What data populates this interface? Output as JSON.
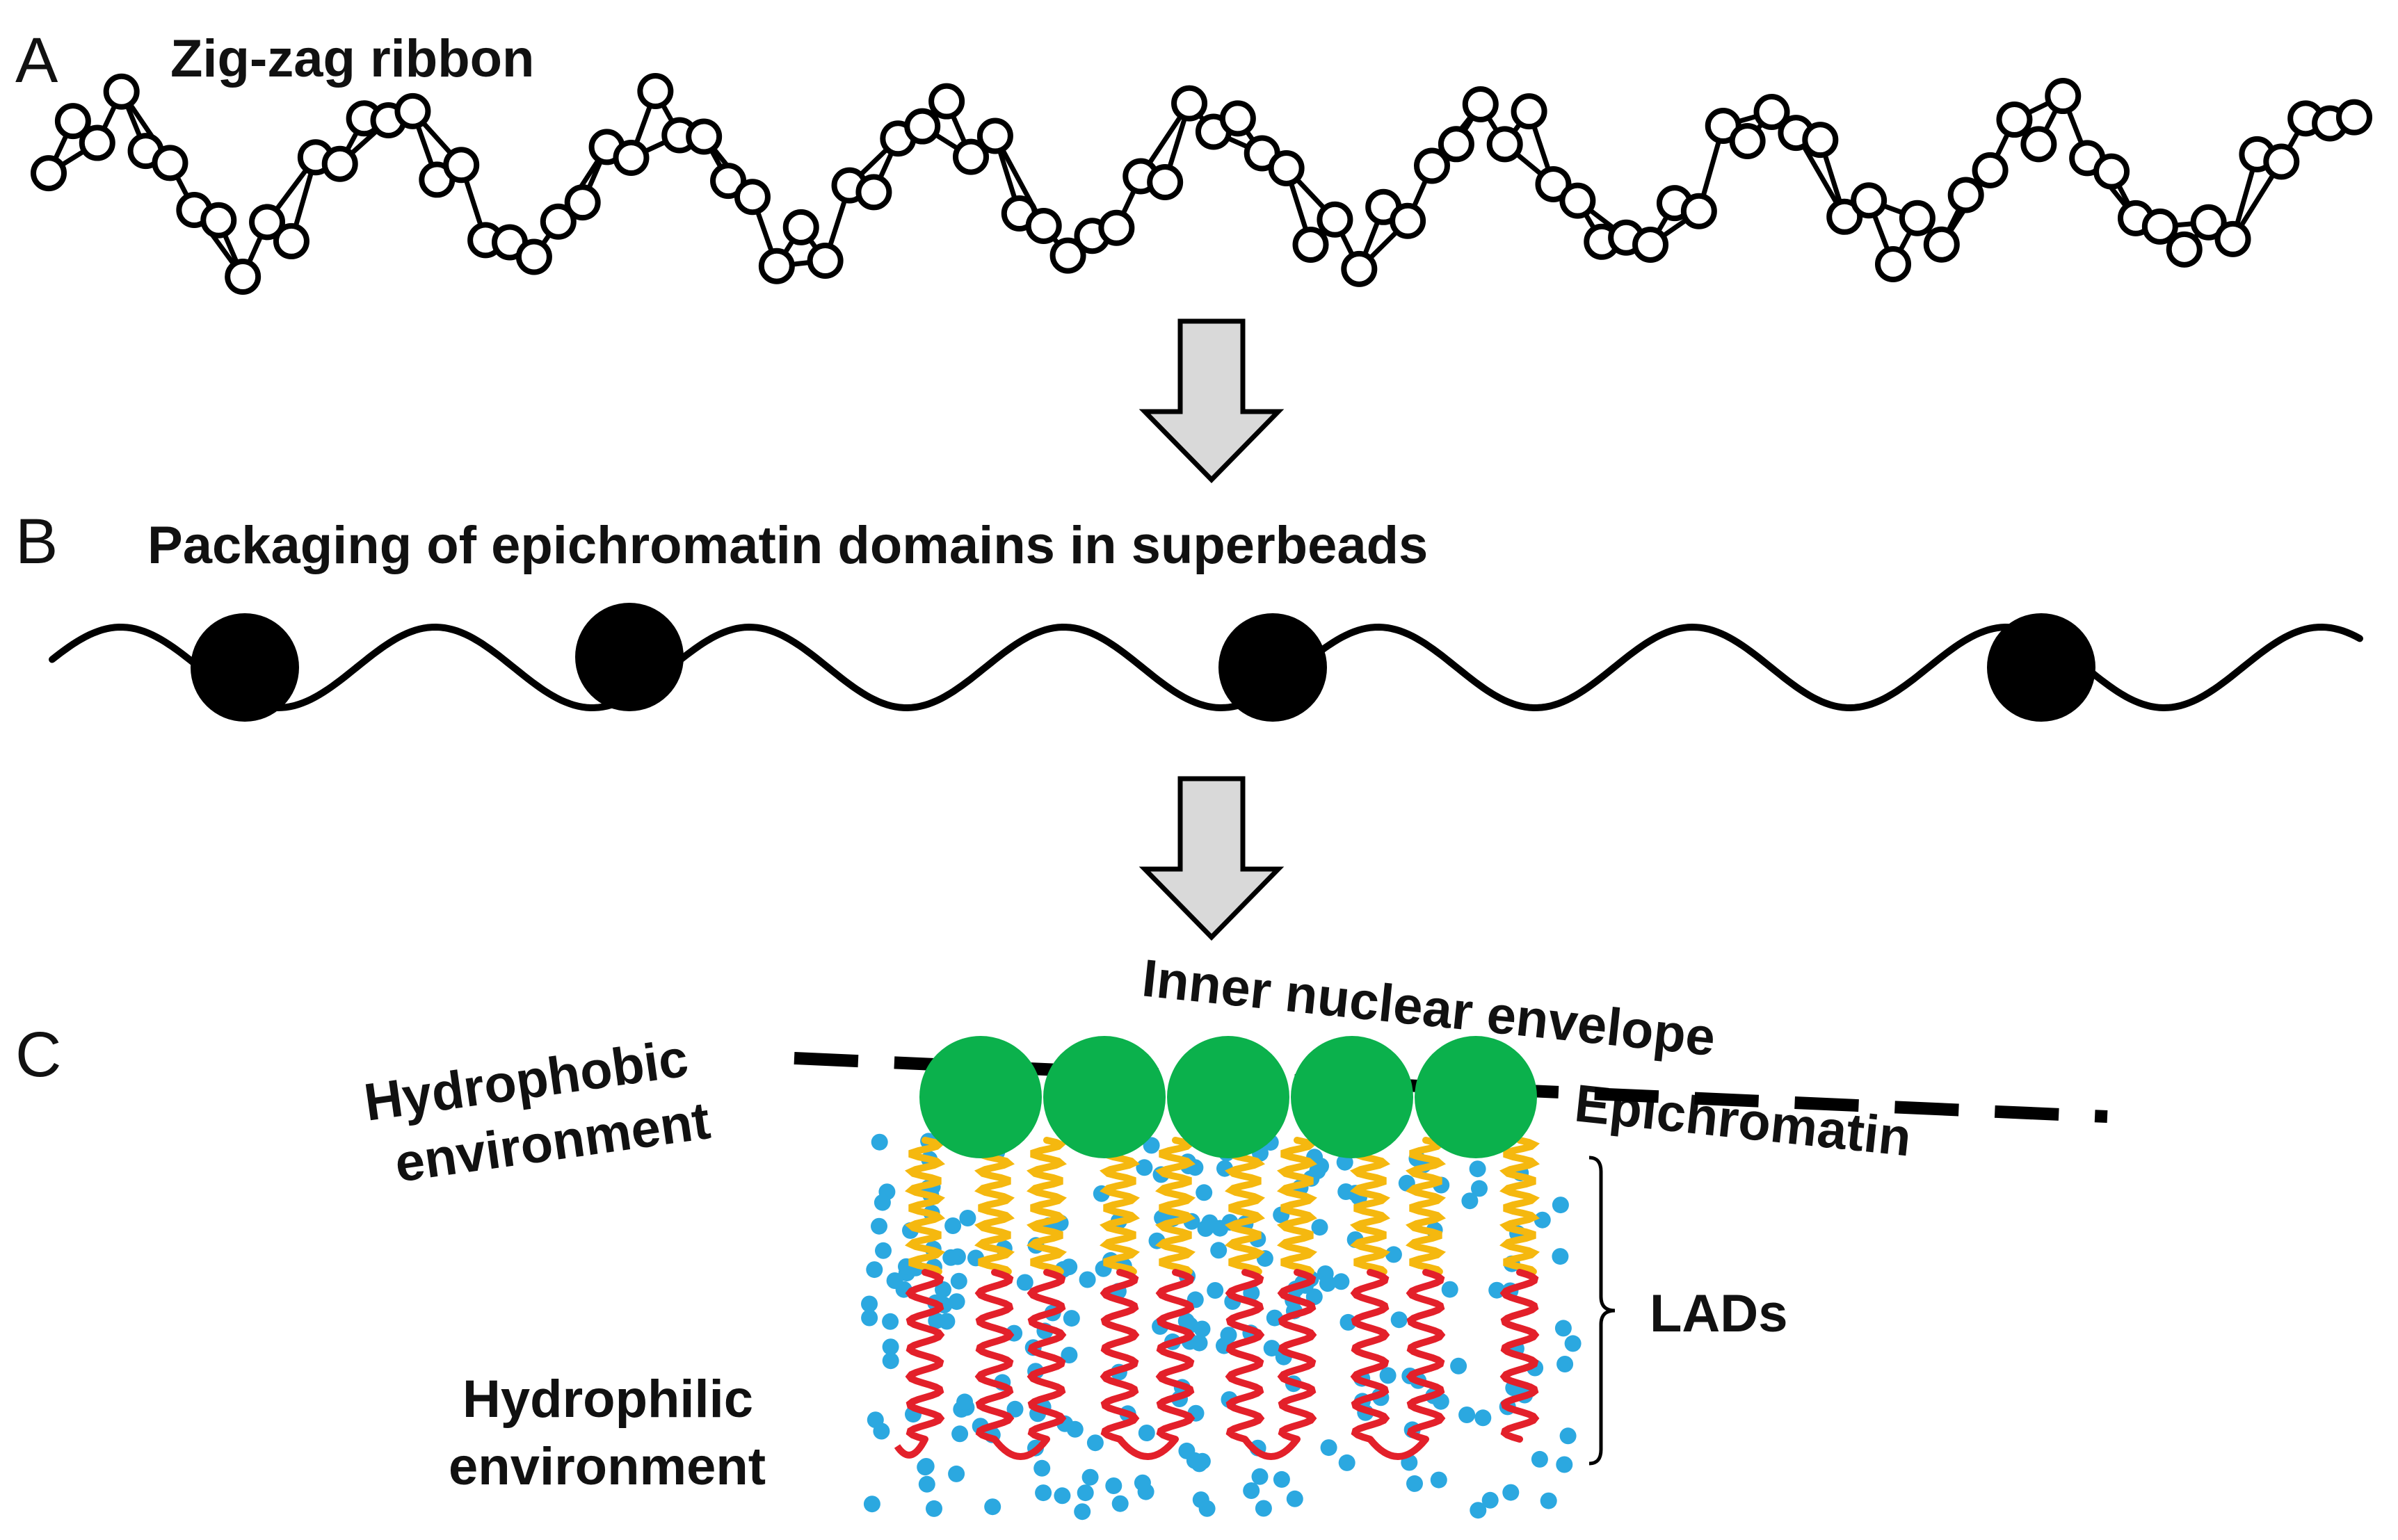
{
  "panels": [
    {
      "letter": "A",
      "title": "Zig-zag ribbon"
    },
    {
      "letter": "B",
      "title": "Packaging of epichromatin domains in superbeads"
    },
    {
      "letter": "C",
      "title": ""
    }
  ],
  "labels": {
    "inner_nuclear_envelope": "Inner nuclear envelope",
    "hydrophobic_line1": "Hydrophobic",
    "hydrophobic_line2": "environment",
    "epichromatin": "Epichromatin",
    "lads": "LADs",
    "hydrophilic_line1": "Hydrophilic",
    "hydrophilic_line2": "environment"
  },
  "colors": {
    "arrow_fill": "#d9d9d9",
    "superbead": "#000000",
    "epichromatin_bead": "#0bb14c",
    "hydrophobic_coil": "#f5b80f",
    "hydrophilic_coil": "#e3202a",
    "water_dot": "#2ba8e0"
  },
  "counts": {
    "epichromatin_beads": 5,
    "lad_strands": 10
  },
  "icons": [
    "down-arrow-icon",
    "down-arrow-icon"
  ]
}
